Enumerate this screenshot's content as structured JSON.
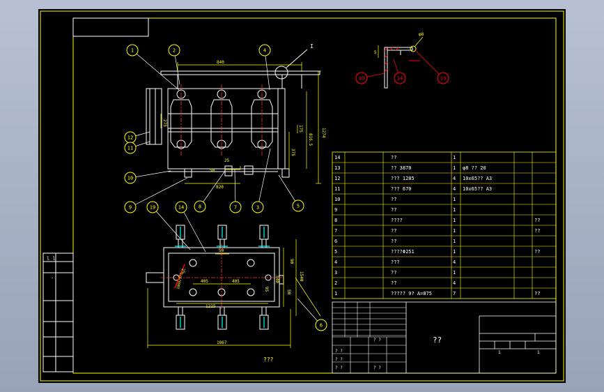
{
  "drawing": {
    "title_block_name": "??",
    "bottom_caption": "???",
    "colors": {
      "frame": "#ffff00",
      "line": "#ffffff",
      "dim": "#ffff00",
      "balloon": "#ffff00",
      "detail": "#ff0000",
      "cyan": "#00ffff",
      "center": "#ff0000"
    }
  },
  "dims": {
    "d840": "840",
    "d1274": "1274",
    "d8165": "816.5",
    "d275": "275",
    "d175": "175",
    "d375": "375",
    "d820": "820",
    "d50a": "50",
    "d25": "25",
    "d1215": "1215",
    "d1867": "1867",
    "d1540": "1540",
    "d540": "540",
    "d405a": "405",
    "d405b": "405",
    "d50b": "50",
    "d90": "90",
    "d95": "95",
    "d50c": "50",
    "d25b": "25",
    "d5": "5",
    "d8": "φ8",
    "dred": "1060/972"
  },
  "balloons": {
    "top": [
      {
        "n": "1"
      },
      {
        "n": "2"
      },
      {
        "n": "4"
      },
      {
        "n": "12"
      },
      {
        "n": "11"
      },
      {
        "n": "10"
      },
      {
        "n": "9"
      },
      {
        "n": "8"
      },
      {
        "n": "7"
      },
      {
        "n": "3"
      },
      {
        "n": "5"
      },
      {
        "n": "19"
      },
      {
        "n": "14"
      },
      {
        "n": "6"
      }
    ],
    "detail": [
      {
        "n": "10"
      },
      {
        "n": "14"
      },
      {
        "n": "13"
      }
    ],
    "ref_mark": "I"
  },
  "bom": {
    "rows": [
      {
        "no": "14",
        "name": "??",
        "qty": "1",
        "spec": "",
        "note": ""
      },
      {
        "no": "13",
        "name": "??   3870",
        "qty": "1",
        "spec": "φ8 ?? 20",
        "note": ""
      },
      {
        "no": "12",
        "name": "???  1285",
        "qty": "4",
        "spec": "10x65?? A3",
        "note": ""
      },
      {
        "no": "11",
        "name": "???  670",
        "qty": "4",
        "spec": "10x65?? A3",
        "note": ""
      },
      {
        "no": "10",
        "name": "??",
        "qty": "1",
        "spec": "",
        "note": ""
      },
      {
        "no": "9",
        "name": "??",
        "qty": "1",
        "spec": "",
        "note": ""
      },
      {
        "no": "8",
        "name": "????",
        "qty": "1",
        "spec": "",
        "note": "??"
      },
      {
        "no": "7",
        "name": "??",
        "qty": "1",
        "spec": "",
        "note": "??"
      },
      {
        "no": "6",
        "name": "??",
        "qty": "1",
        "spec": "",
        "note": ""
      },
      {
        "no": "5",
        "name": "????Φ251",
        "qty": "1",
        "spec": "",
        "note": "??"
      },
      {
        "no": "4",
        "name": "???",
        "qty": "4",
        "spec": "",
        "note": ""
      },
      {
        "no": "3",
        "name": "??",
        "qty": "1",
        "spec": "",
        "note": ""
      },
      {
        "no": "2",
        "name": "??",
        "qty": "4",
        "spec": "",
        "note": ""
      },
      {
        "no": "1",
        "name": "?????  9? A=875",
        "qty": "7",
        "spec": "",
        "note": "??"
      }
    ]
  },
  "title_block": {
    "cell_a": "? ?",
    "cell_b": "? ?",
    "cell_c": "? ?",
    "cell_d": "? ?",
    "cell_e": "? ?",
    "num_a": "1",
    "num_b": "1"
  },
  "left_strip": {
    "mark_a": "l  l",
    "mark_b": "."
  }
}
